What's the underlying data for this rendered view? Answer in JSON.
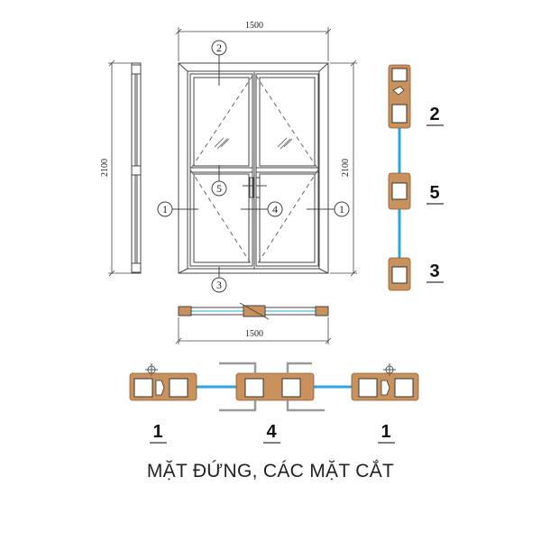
{
  "title": "MẶT ĐỨNG, CÁC MẶT CẮT",
  "elevation": {
    "width_dim": "1500",
    "height_dim_left": "2100",
    "height_dim_right": "2100",
    "plan_width_dim": "1500",
    "callouts": {
      "top": "2",
      "middle_rail": "5",
      "left_panel": "1",
      "center": "4",
      "right_panel": "1",
      "bottom": "3"
    }
  },
  "vertical_section": {
    "labels": [
      "2",
      "5",
      "3"
    ]
  },
  "horizontal_section": {
    "labels": [
      "1",
      "4",
      "1"
    ]
  },
  "colors": {
    "profile": "#c9915c",
    "profile_edge": "#8a5a30",
    "glass": "#2aa7e0",
    "line": "#444444"
  }
}
